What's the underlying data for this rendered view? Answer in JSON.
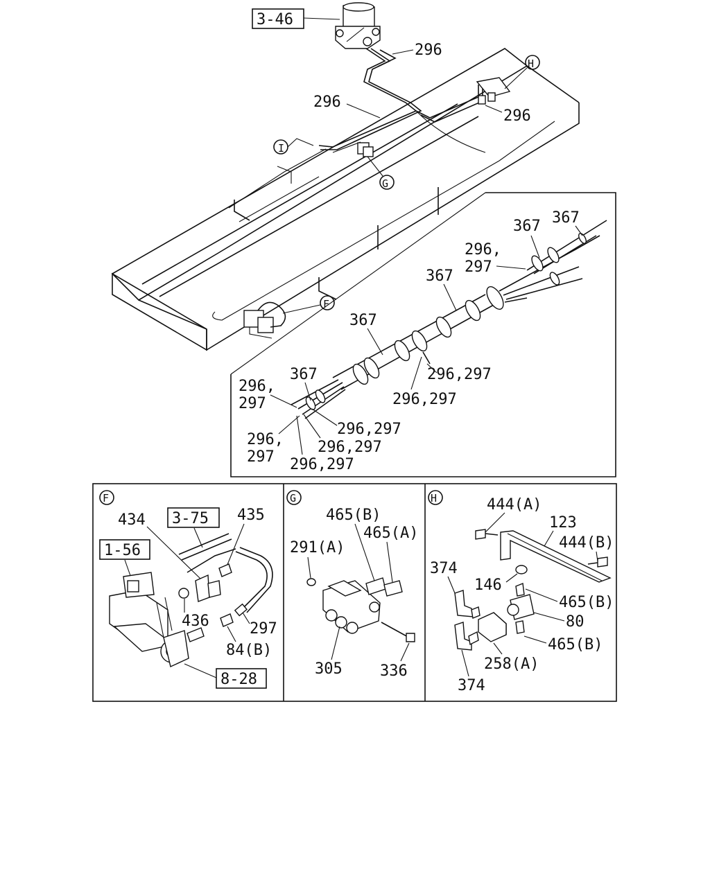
{
  "main": {
    "ref_3_46": "3-46",
    "label_296_a": "296",
    "label_296_b": "296",
    "label_296_c": "296",
    "callout_H": "H",
    "callout_I": "I",
    "callout_G": "G",
    "callout_F": "F"
  },
  "bundle": {
    "l367_a": "367",
    "l367_b": "367",
    "l367_c": "367",
    "l367_d": "367",
    "l367_e": "367",
    "l296_297_stack_a": [
      "296,",
      "297"
    ],
    "l296_297_stack_b": [
      "296,",
      "297"
    ],
    "l296_297_stack_c": [
      "296,",
      "297"
    ],
    "l296_297_a": "296,297",
    "l296_297_b": "296,297",
    "l296_297_c": "296,297",
    "l296_297_d": "296,297",
    "l296_297_e": "296,297"
  },
  "panel_F": {
    "callout": "F",
    "l434": "434",
    "ref_3_75": "3-75",
    "l435": "435",
    "ref_1_56": "1-56",
    "l436": "436",
    "l297": "297",
    "l84B": "84(B)",
    "ref_8_28": "8-28"
  },
  "panel_G": {
    "callout": "G",
    "l465B": "465(B)",
    "l465A": "465(A)",
    "l291A": "291(A)",
    "l305": "305",
    "l336": "336"
  },
  "panel_H": {
    "callout": "H",
    "l444A": "444(A)",
    "l123": "123",
    "l444B": "444(B)",
    "l374_a": "374",
    "l146": "146",
    "l465B_a": "465(B)",
    "l80": "80",
    "l465B_b": "465(B)",
    "l258A": "258(A)",
    "l374_b": "374"
  }
}
